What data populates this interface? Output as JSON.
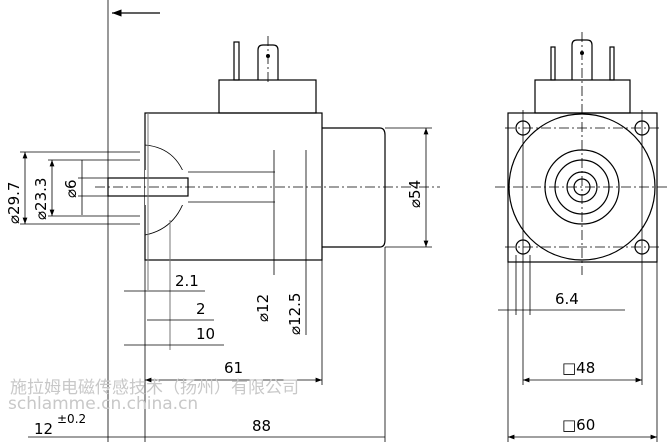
{
  "drawing": {
    "subject": "solenoid",
    "dimensions": {
      "d29_7": "⌀29.7",
      "d23_3": "⌀23.3",
      "d6": "⌀6",
      "d54": "⌀54",
      "d12": "⌀12",
      "d12_5": "⌀12.5",
      "len2_1": "2.1",
      "len2": "2",
      "len10": "10",
      "len61": "61",
      "len88": "88",
      "len12": "12",
      "tol12": "±0.2",
      "len6_4": "6.4",
      "sq48": "□48",
      "sq60": "□60"
    }
  },
  "watermark": {
    "company": "施拉姆电磁传感技术（扬州）有限公司",
    "site": "schlamme.cn.china.cn"
  }
}
